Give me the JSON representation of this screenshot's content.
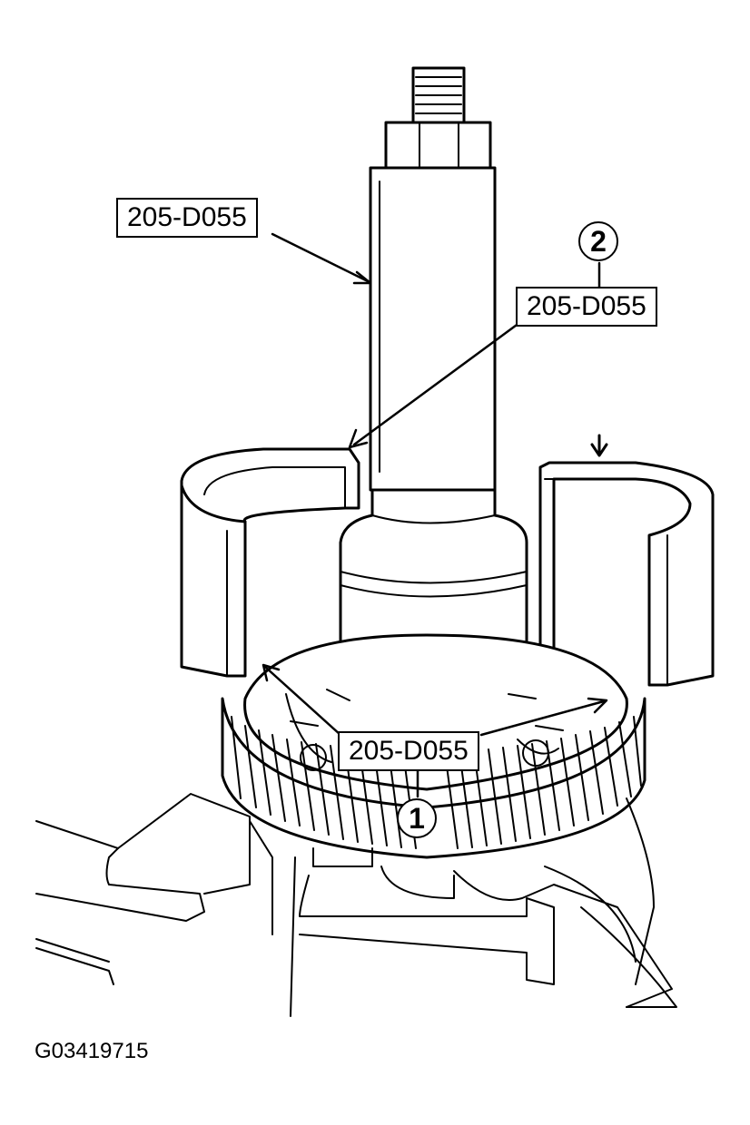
{
  "labels": {
    "tool_shaft": "205-D055",
    "tool_cup": "205-D055",
    "tool_base": "205-D055"
  },
  "callouts": {
    "one": "1",
    "two": "2"
  },
  "figure_id": "G03419715"
}
